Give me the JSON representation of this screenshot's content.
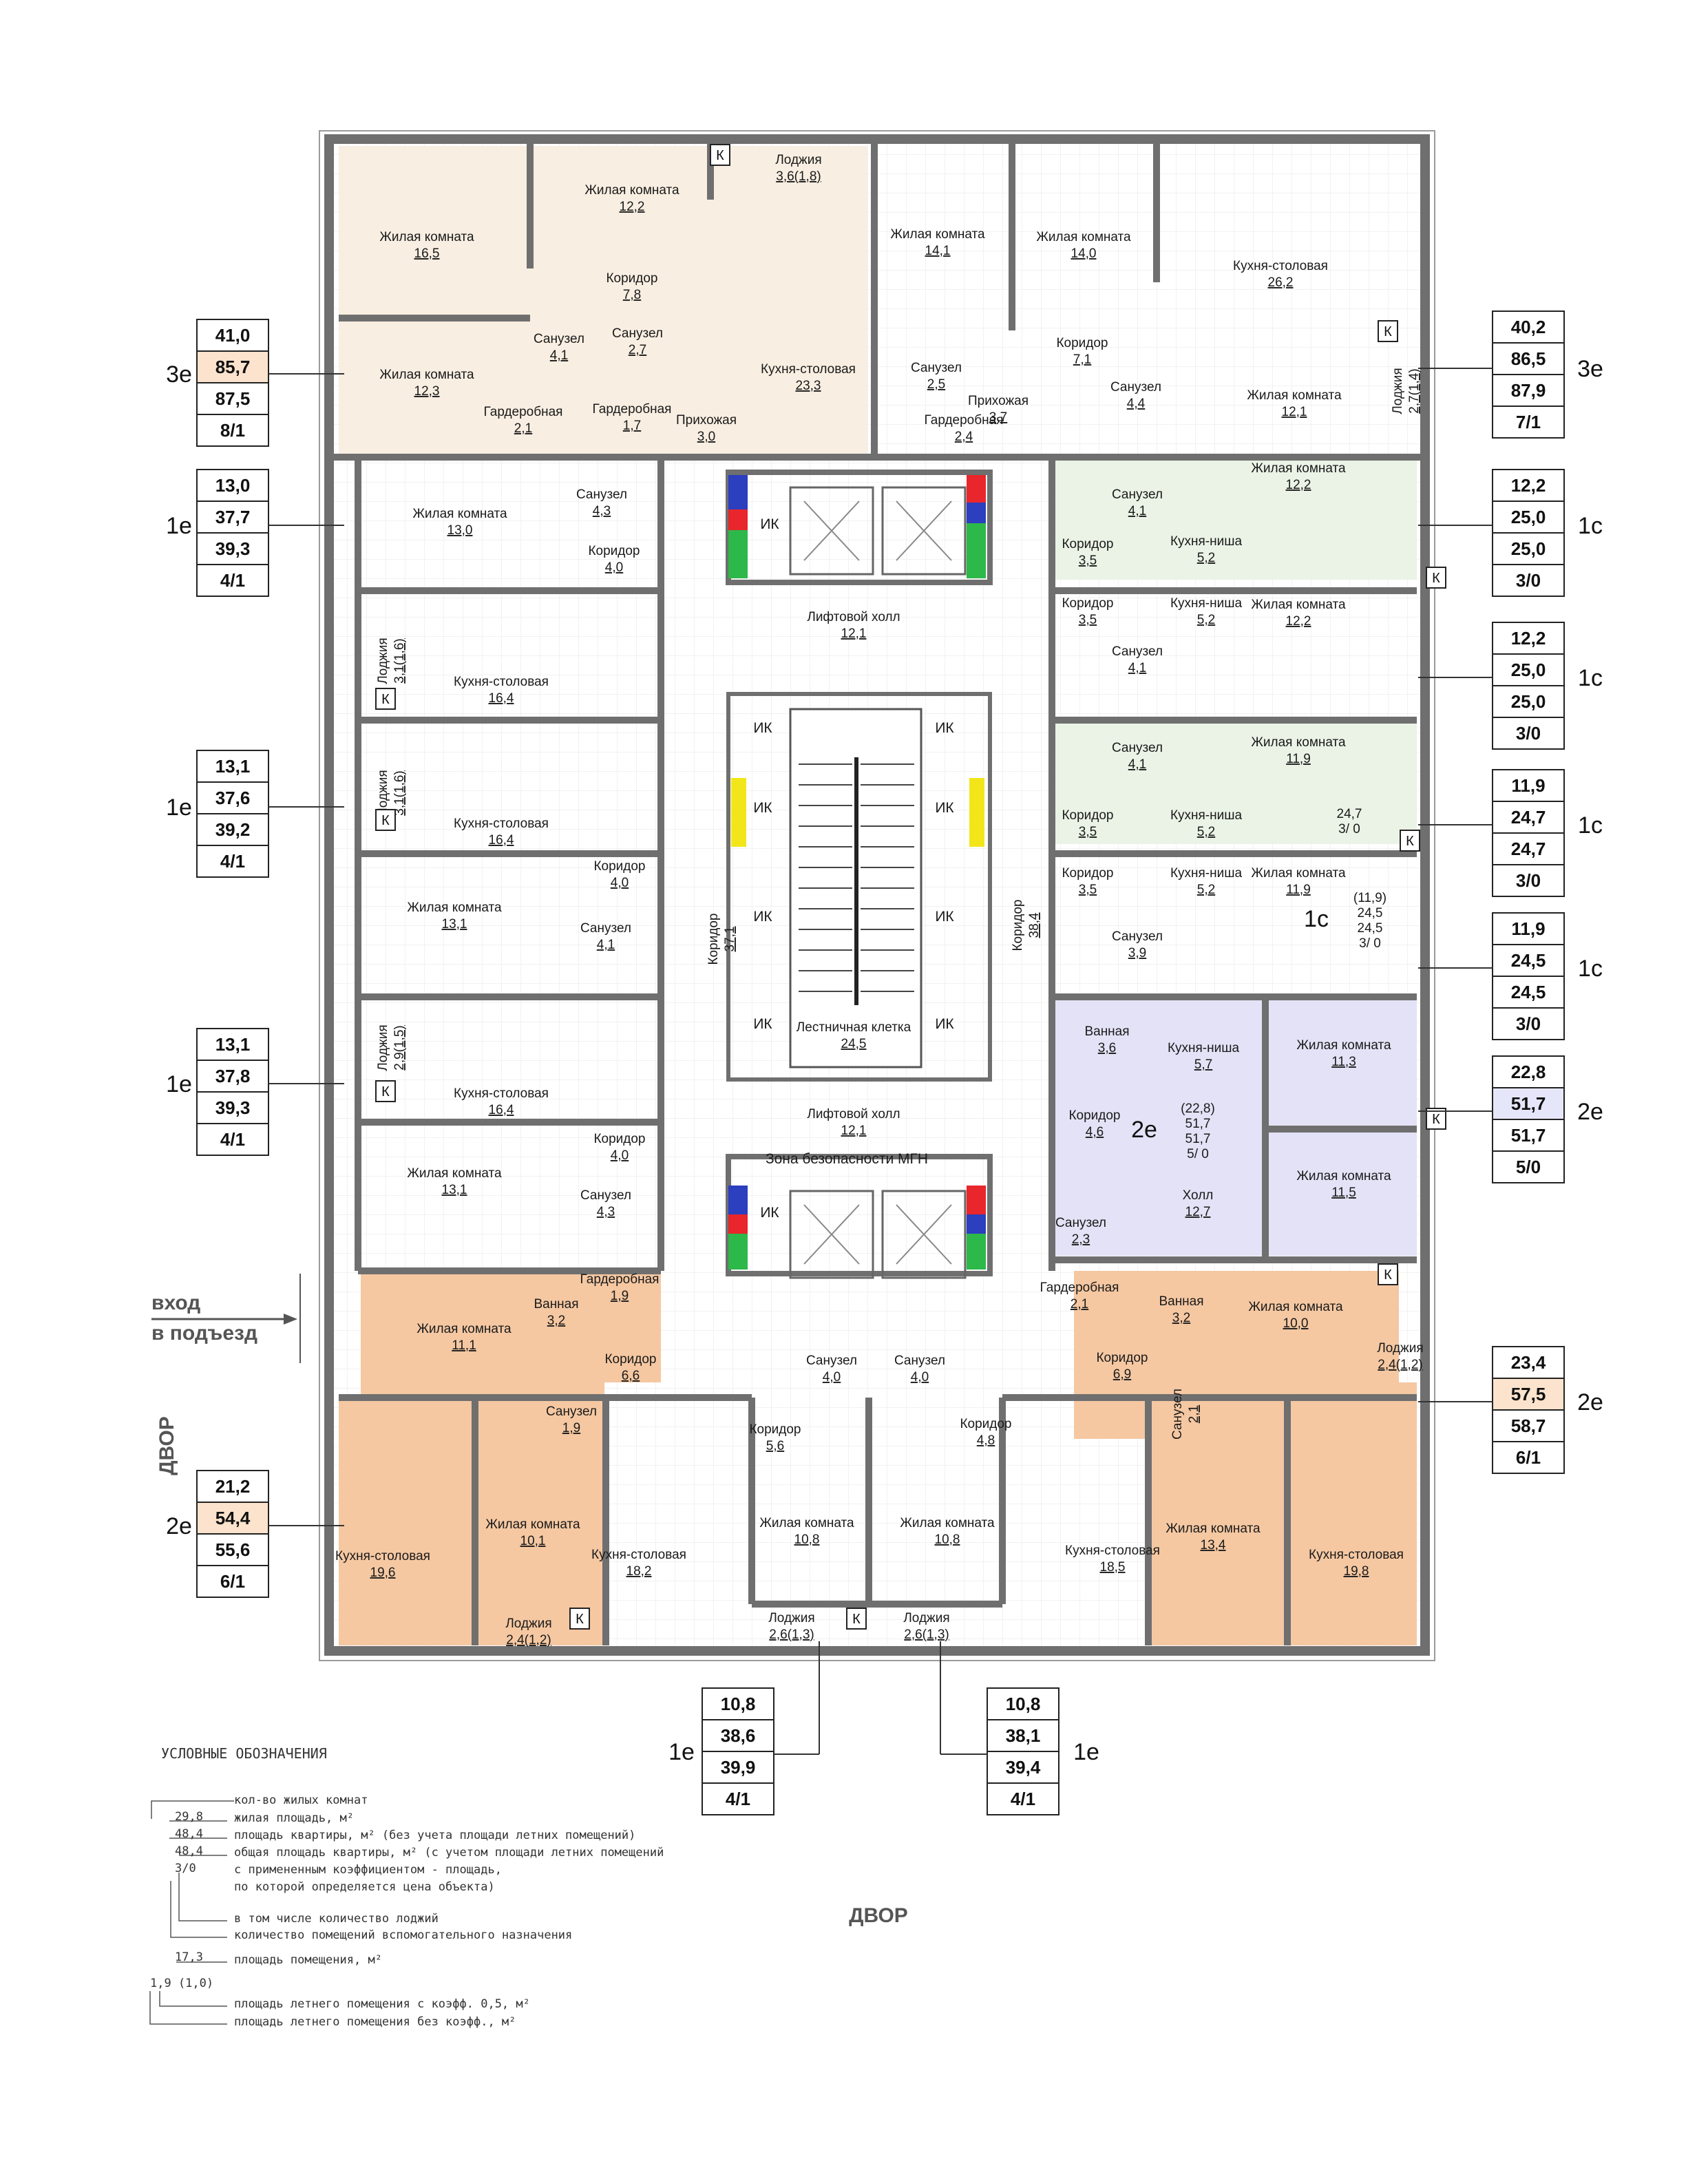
{
  "colors": {
    "wall": "#6f6f6f",
    "grid": "#e4e4e4",
    "beige": "#f8eee1",
    "orange": "#f5c8a2",
    "green": "#eaf3e6",
    "lavender": "#e4e2f6",
    "shaft_red": "#e8262b",
    "shaft_blue": "#2b3fbf",
    "shaft_green": "#2db84a",
    "yellow": "#f2e61a",
    "highlight_box": "#fbe3cd",
    "highlight_lav": "#e6e6fb"
  },
  "labels": {
    "entry": [
      "вход",
      "в подъезд"
    ],
    "yard_left": "ДВОР",
    "yard_bottom": "ДВОР"
  },
  "rooms": [
    {
      "n": "Лоджия",
      "a": "3,6(1,8)"
    },
    {
      "n": "Жилая комната",
      "a": "12,2"
    },
    {
      "n": "Жилая комната",
      "a": "16,5"
    },
    {
      "n": "Коридор",
      "a": "7,8"
    },
    {
      "n": "Санузел",
      "a": "4,1"
    },
    {
      "n": "Санузел",
      "a": "2,7"
    },
    {
      "n": "Жилая комната",
      "a": "12,3"
    },
    {
      "n": "Кухня-столовая",
      "a": "23,3"
    },
    {
      "n": "Гардеробная",
      "a": "2,1"
    },
    {
      "n": "Гардеробная",
      "a": "1,7"
    },
    {
      "n": "Прихожая",
      "a": "3,0"
    },
    {
      "n": "Жилая комната",
      "a": "14,1"
    },
    {
      "n": "Жилая комната",
      "a": "14,0"
    },
    {
      "n": "Кухня-столовая",
      "a": "26,2"
    },
    {
      "n": "Коридор",
      "a": "7,1"
    },
    {
      "n": "Санузел",
      "a": "2,5"
    },
    {
      "n": "Прихожая",
      "a": "3,7"
    },
    {
      "n": "Санузел",
      "a": "4,4"
    },
    {
      "n": "Гардеробная",
      "a": "2,4"
    },
    {
      "n": "Жилая комната",
      "a": "12,1"
    },
    {
      "n": "Лоджия",
      "a": "2,7(1,4)"
    },
    {
      "n": "Санузел",
      "a": "4,3"
    },
    {
      "n": "Жилая комната",
      "a": "13,0"
    },
    {
      "n": "Коридор",
      "a": "4,0"
    },
    {
      "n": "Лифтовой холл",
      "a": "12,1"
    },
    {
      "n": "Лоджия",
      "a": "3,1(1,6)"
    },
    {
      "n": "Кухня-столовая",
      "a": "16,4"
    },
    {
      "n": "Лоджия",
      "a": "3,1(1,6)"
    },
    {
      "n": "Кухня-столовая",
      "a": "16,4"
    },
    {
      "n": "Коридор",
      "a": "4,0"
    },
    {
      "n": "Жилая комната",
      "a": "13,1"
    },
    {
      "n": "Санузел",
      "a": "4,1"
    },
    {
      "n": "Коридор",
      "a": "37,1"
    },
    {
      "n": "Коридор",
      "a": "38,4"
    },
    {
      "n": "Лестничная клетка",
      "a": "24,5"
    },
    {
      "n": "Лифтовой холл",
      "a": "12,1"
    },
    {
      "n": "Лоджия",
      "a": "2,9(1,5)"
    },
    {
      "n": "Кухня-столовая",
      "a": "16,4"
    },
    {
      "n": "Коридор",
      "a": "4,0"
    },
    {
      "n": "Жилая комната",
      "a": "13,1"
    },
    {
      "n": "Санузел",
      "a": "4,3"
    },
    {
      "n": "Санузел",
      "a": "4,1"
    },
    {
      "n": "Жилая комната",
      "a": "12,2"
    },
    {
      "n": "Коридор",
      "a": "3,5"
    },
    {
      "n": "Кухня-ниша",
      "a": "5,2"
    },
    {
      "n": "Коридор",
      "a": "3,5"
    },
    {
      "n": "Кухня-ниша",
      "a": "5,2"
    },
    {
      "n": "Жилая комната",
      "a": "12,2"
    },
    {
      "n": "Санузел",
      "a": "4,1"
    },
    {
      "n": "Санузел",
      "a": "4,1"
    },
    {
      "n": "Жилая комната",
      "a": "11,9"
    },
    {
      "n": "Коридор",
      "a": "3,5"
    },
    {
      "n": "Кухня-ниша",
      "a": "5,2"
    },
    {
      "n": "Коридор",
      "a": "3,5"
    },
    {
      "n": "Кухня-ниша",
      "a": "5,2"
    },
    {
      "n": "Жилая комната",
      "a": "11,9"
    },
    {
      "n": "Санузел",
      "a": "3,9"
    },
    {
      "n": "Ванная",
      "a": "3,6"
    },
    {
      "n": "Кухня-ниша",
      "a": "5,7"
    },
    {
      "n": "Жилая комната",
      "a": "11,3"
    },
    {
      "n": "Коридор",
      "a": "4,6"
    },
    {
      "n": "Жилая комната",
      "a": "11,5"
    },
    {
      "n": "Холл",
      "a": "12,7"
    },
    {
      "n": "Санузел",
      "a": "2,3"
    },
    {
      "n": "Гардеробная",
      "a": "1,9"
    },
    {
      "n": "Жилая комната",
      "a": "11,1"
    },
    {
      "n": "Ванная",
      "a": "3,2"
    },
    {
      "n": "Коридор",
      "a": "6,6"
    },
    {
      "n": "Санузел",
      "a": "1,9"
    },
    {
      "n": "Жилая комната",
      "a": "10,1"
    },
    {
      "n": "Кухня-столовая",
      "a": "19,6"
    },
    {
      "n": "Лоджия",
      "a": "2,4(1,2)"
    },
    {
      "n": "Санузел",
      "a": "4,0"
    },
    {
      "n": "Санузел",
      "a": "4,0"
    },
    {
      "n": "Коридор",
      "a": "5,6"
    },
    {
      "n": "Коридор",
      "a": "4,8"
    },
    {
      "n": "Кухня-столовая",
      "a": "18,2"
    },
    {
      "n": "Жилая комната",
      "a": "10,8"
    },
    {
      "n": "Жилая комната",
      "a": "10,8"
    },
    {
      "n": "Кухня-столовая",
      "a": "18,5"
    },
    {
      "n": "Лоджия",
      "a": "2,6(1,3)"
    },
    {
      "n": "Лоджия",
      "a": "2,6(1,3)"
    },
    {
      "n": "Гардеробная",
      "a": "2,1"
    },
    {
      "n": "Ванная",
      "a": "3,2"
    },
    {
      "n": "Жилая комната",
      "a": "10,0"
    },
    {
      "n": "Коридор",
      "a": "6,9"
    },
    {
      "n": "Санузел",
      "a": "2,1"
    },
    {
      "n": "Лоджия",
      "a": "2,4(1,2)"
    },
    {
      "n": "Жилая комната",
      "a": "13,4"
    },
    {
      "n": "Кухня-столовая",
      "a": "19,8"
    }
  ],
  "ik": [
    "ИК",
    "ИК",
    "ИК",
    "ИК",
    "ИК",
    "ИК",
    "ИК",
    "ИК",
    "ИК",
    "ИК"
  ],
  "k_marks": [
    "К",
    "К",
    "К",
    "К",
    "К",
    "К",
    "К",
    "К",
    "К",
    "К",
    "К"
  ],
  "zone_mgn": "Зона безопасности МГН",
  "inplan": [
    {
      "lines": [
        "24,7",
        "3/ 0"
      ]
    },
    {
      "lines": [
        "(11,9)",
        "24,5",
        "24,5",
        "3/ 0"
      ],
      "tag": "1с"
    },
    {
      "lines": [
        "(22,8)",
        "51,7",
        "51,7",
        "5/ 0"
      ],
      "tag": "2е"
    }
  ],
  "apartments": [
    {
      "type": "3е",
      "values": [
        "41,0",
        "85,7",
        "87,5",
        "8/1"
      ]
    },
    {
      "type": "3е",
      "values": [
        "40,2",
        "86,5",
        "87,9",
        "7/1"
      ]
    },
    {
      "type": "1е",
      "values": [
        "13,0",
        "37,7",
        "39,3",
        "4/1"
      ]
    },
    {
      "type": "1с",
      "values": [
        "12,2",
        "25,0",
        "25,0",
        "3/0"
      ]
    },
    {
      "type": "1с",
      "values": [
        "12,2",
        "25,0",
        "25,0",
        "3/0"
      ]
    },
    {
      "type": "1е",
      "values": [
        "13,1",
        "37,6",
        "39,2",
        "4/1"
      ]
    },
    {
      "type": "1с",
      "values": [
        "11,9",
        "24,7",
        "24,7",
        "3/0"
      ]
    },
    {
      "type": "1с",
      "values": [
        "11,9",
        "24,5",
        "24,5",
        "3/0"
      ]
    },
    {
      "type": "1е",
      "values": [
        "13,1",
        "37,8",
        "39,3",
        "4/1"
      ]
    },
    {
      "type": "2е",
      "values": [
        "22,8",
        "51,7",
        "51,7",
        "5/0"
      ]
    },
    {
      "type": "2е",
      "values": [
        "23,4",
        "57,5",
        "58,7",
        "6/1"
      ]
    },
    {
      "type": "2е",
      "values": [
        "21,2",
        "54,4",
        "55,6",
        "6/1"
      ]
    },
    {
      "type": "1е",
      "values": [
        "10,8",
        "38,6",
        "39,9",
        "4/1"
      ]
    },
    {
      "type": "1е",
      "values": [
        "10,8",
        "38,1",
        "39,4",
        "4/1"
      ]
    }
  ],
  "legend": {
    "title": "УСЛОВНЫЕ ОБОЗНАЧЕНИЯ",
    "values": [
      "29,8",
      "48,4",
      "48,4",
      "3/0",
      "17,3",
      "1,9 (1,0)"
    ],
    "items": [
      "кол-во жилых комнат",
      "жилая площадь, м²",
      "площадь квартиры, м² (без учета площади летних помещений)",
      "общая площадь квартиры, м² (с учетом площади летних помещений",
      "с примененным коэффициентом - площадь,",
      "по которой определяется цена объекта)",
      "в том числе количество лоджий",
      "количество помещений вспомогательного назначения",
      "площадь помещения, м²",
      "площадь летнего помещения с коэфф. 0,5, м²",
      "площадь летнего помещения без коэфф., м²"
    ]
  }
}
